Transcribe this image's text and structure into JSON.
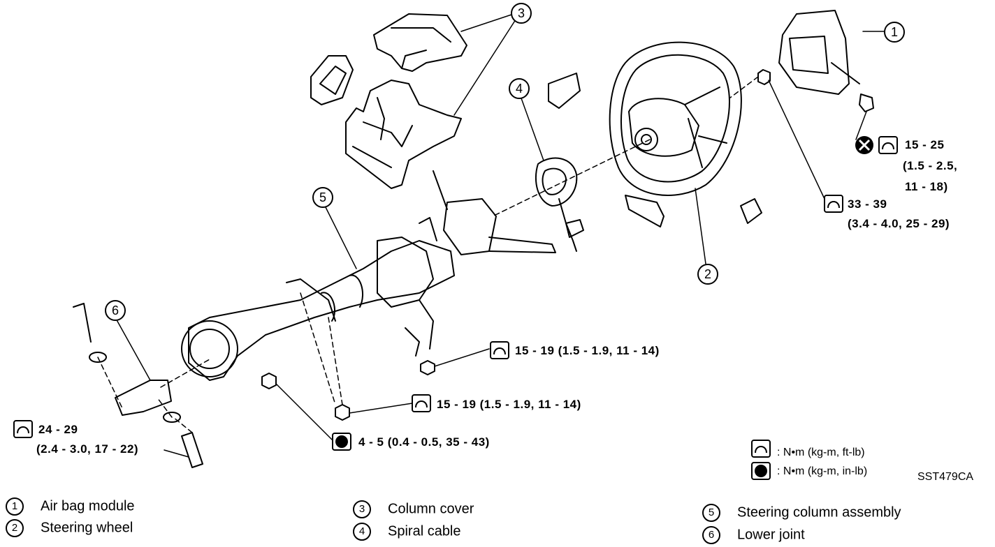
{
  "callouts": {
    "c1": "1",
    "c2": "2",
    "c3": "3",
    "c4": "4",
    "c5": "5",
    "c6": "6"
  },
  "torque": {
    "airbag_bolt_line1": "15 - 25",
    "airbag_bolt_line2": "(1.5 - 2.5,",
    "airbag_bolt_line3": "11 - 18)",
    "wheel_nut_line1": "33 - 39",
    "wheel_nut_line2": "(3.4 - 4.0, 25 - 29)",
    "column_nut_upper": "15 - 19 (1.5 - 1.9, 11 - 14)",
    "column_nut_lower": "15 - 19 (1.5 - 1.9, 11 - 14)",
    "small_nut": "4 - 5 (0.4 - 0.5, 35 - 43)",
    "joint_bolt_line1": "24 - 29",
    "joint_bolt_line2": "(2.4 - 3.0, 17 - 22)"
  },
  "key": {
    "nm_ftlb": ": N•m (kg-m, ft-lb)",
    "nm_inlb": ": N•m (kg-m, in-lb)",
    "figure_code": "SST479CA"
  },
  "legend": [
    {
      "num": "1",
      "label": "Air bag module"
    },
    {
      "num": "2",
      "label": "Steering wheel"
    },
    {
      "num": "3",
      "label": "Column cover"
    },
    {
      "num": "4",
      "label": "Spiral cable"
    },
    {
      "num": "5",
      "label": "Steering column assembly"
    },
    {
      "num": "6",
      "label": "Lower joint"
    }
  ],
  "icons": {
    "torque_wrench_ftlb": "torque-wrench-icon",
    "torque_wrench_inlb": "torque-wrench-filled-icon",
    "do_not_reuse": "do-not-reuse-icon"
  }
}
